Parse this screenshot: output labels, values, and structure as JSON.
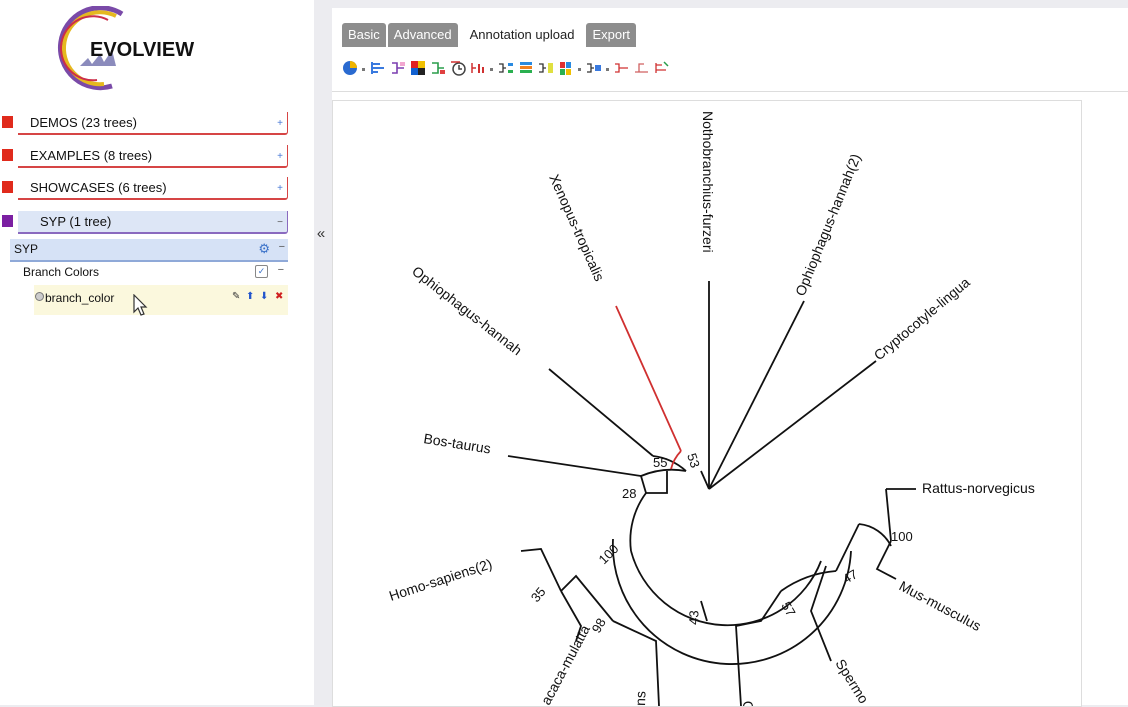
{
  "app": {
    "logo_text": "EVOLVIEW"
  },
  "sidebar": {
    "groups": [
      {
        "label": "DEMOS (23 trees)",
        "toggle": "+",
        "color": "#e02a1c"
      },
      {
        "label": "EXAMPLES (8 trees)",
        "toggle": "+",
        "color": "#e02a1c"
      },
      {
        "label": "SHOWCASES (6 trees)",
        "toggle": "+",
        "color": "#e02a1c"
      },
      {
        "label": "SYP (1 tree)",
        "toggle": "−",
        "color": "#7b1fa2"
      }
    ],
    "tree": {
      "label": "SYP",
      "minus": "−"
    },
    "dataset_type": {
      "label": "Branch Colors",
      "minus": "−"
    },
    "dataset": {
      "label": "branch_color"
    },
    "collapse_label": "«"
  },
  "tabs": [
    {
      "label": "Basic",
      "active": false
    },
    {
      "label": "Advanced",
      "active": false
    },
    {
      "label": "Annotation upload",
      "active": true
    },
    {
      "label": "Export",
      "active": false
    }
  ],
  "toolbar_icons": [
    "pie-chart-icon",
    "tree-layout-icon",
    "branch-color-icon",
    "heatmap-icon",
    "label-color-icon",
    "clock-icon",
    "bar-chart-icon",
    "grouped-tree-icon",
    "stacked-bar-icon",
    "dot-matrix-icon",
    "color-strip-icon",
    "protein-domain-icon",
    "connection-icon",
    "branch-shape-icon",
    "leaf-tree-icon"
  ],
  "tree": {
    "accent_branch_color": "#d03030",
    "leaves": [
      "Nothobranchius-furzeri",
      "Ophiophagus-hannah(2)",
      "Xenopus-tropicalis",
      "Cryptocotyle-lingua",
      "Ophiophagus-hannah",
      "Bos-taurus",
      "Rattus-norvegicus",
      "Homo-sapiens(2)",
      "Mus-musculus",
      "acaca-mulatta",
      "ns",
      "Spermo",
      "C"
    ],
    "bootstrap": [
      "55",
      "53",
      "28",
      "100",
      "35",
      "98",
      "43",
      "57",
      "47",
      "100"
    ]
  }
}
